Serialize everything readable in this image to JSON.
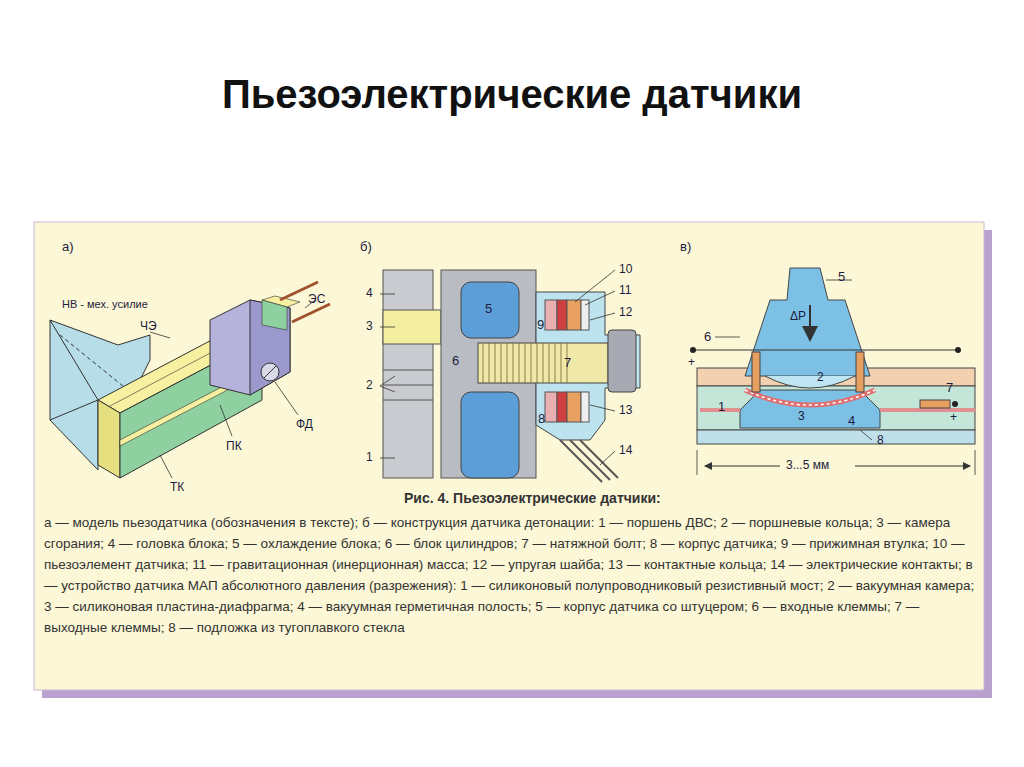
{
  "diagram": {
    "title": "Пьезоэлектрические датчики",
    "caption": "Рис. 4. Пьезоэлектрические датчики:",
    "labels": [
      "а)",
      "б)",
      "в)",
      "НВ - мех. усилие",
      "ЧЭ",
      "ЭС",
      "ПК",
      "ФД",
      "ТК",
      "4",
      "3",
      "2",
      "1",
      "5",
      "6",
      "7",
      "8",
      "9",
      "10",
      "11",
      "12",
      "13",
      "14",
      "5",
      "6",
      "+",
      "ΔP",
      "2",
      "1",
      "3",
      "4",
      "8",
      "7",
      "+",
      "3...5 мм",
      "а — модель пьезодатчика (обозначения в тексте); б — конструкция датчика детонации: 1 — поршень ДВС; 2 — поршневые кольца; 3 — камера сгорания; 4 — головка блока; 5 — охлаждение блока; 6 — блок цилиндров; 7 — натяжной болт; 8 — корпус датчика; 9 — прижимная втулка; 10 — пьезоэлемент датчика; 11 — гравитационная (инерционная) масса; 12 — упругая шайба; 13 — контактные кольца; 14 — электрические контакты; в — устройство датчика МАП абсолютного давления (разрежения): 1 — силиконовый полупроводниковый резистивный мост; 2 — вакуумная камера; 3 — силиконовая пластина-диафрагма; 4 — вакуумная герметичная полость; 5 — корпус датчика со штуцером; 6 — входные клеммы; 7 — выходные клеммы; 8 — подложка из тугоплавкого стекла"
    ]
  }
}
